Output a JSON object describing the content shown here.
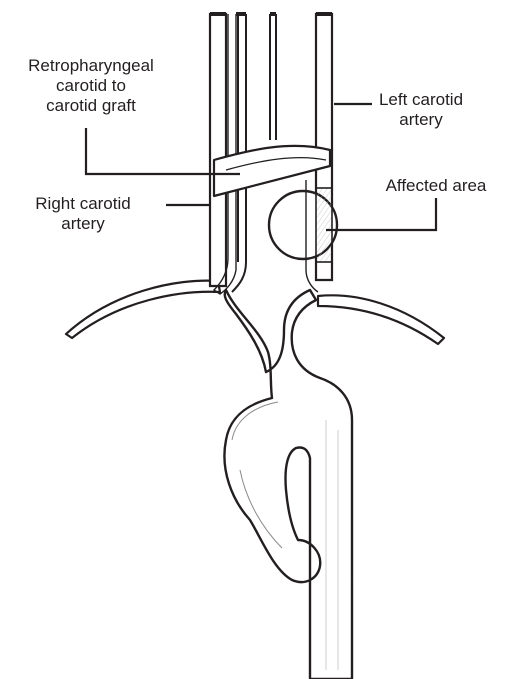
{
  "labels": {
    "retropharyngeal": [
      "Retropharyngeal",
      "carotid to",
      "carotid graft"
    ],
    "left_carotid": [
      "Left carotid",
      "artery"
    ],
    "right_carotid": [
      "Right carotid",
      "artery"
    ],
    "affected_area": [
      "Affected area"
    ]
  },
  "colors": {
    "stroke": "#231f20",
    "fill": "#ffffff",
    "hatch": "#9a9a9a"
  }
}
